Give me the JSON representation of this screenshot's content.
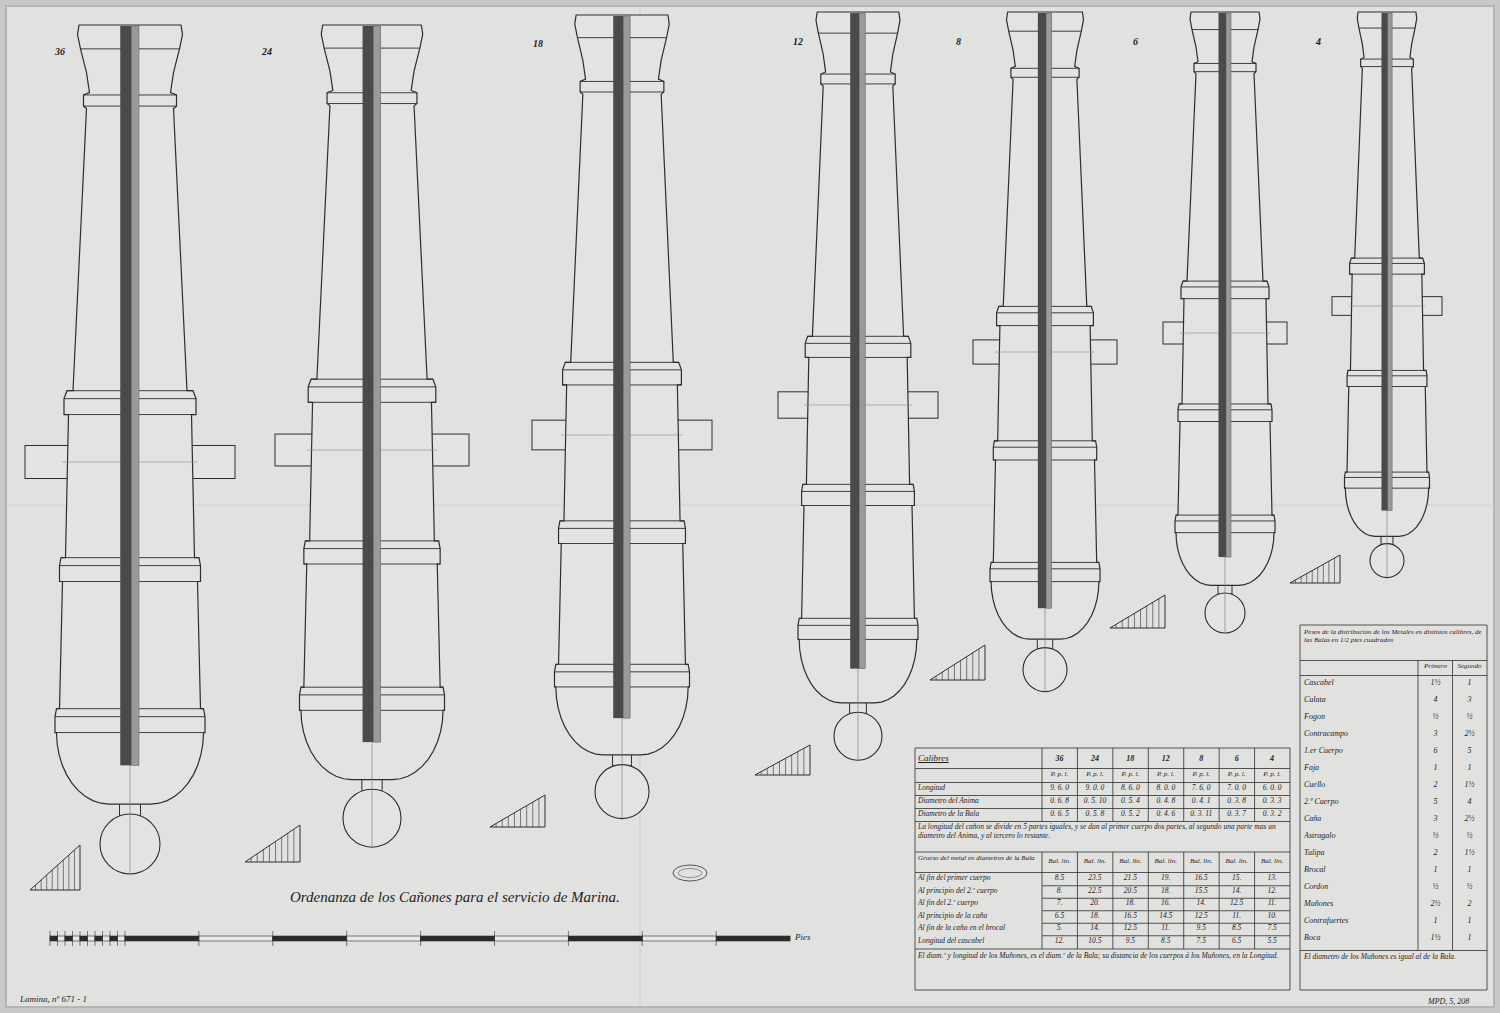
{
  "diagram": {
    "title": "Ordenanza de los Cañones para el servicio de Marina.",
    "labels": [
      "36",
      "24",
      "18",
      "12",
      "8",
      "6",
      "4",
      "Pies",
      "Lamina, nº 671 - 1",
      "MPD, 5, 208",
      "Calibres",
      "36",
      "24",
      "18",
      "12",
      "8",
      "6",
      "4",
      "P. p. l.",
      "P. p. l.",
      "P. p. l.",
      "P. p. l.",
      "P. p. l.",
      "P. p. l.",
      "P. p. l.",
      "Longitud",
      "9. 6. 0",
      "9. 0. 0",
      "8. 6. 0",
      "8. 0. 0",
      "7. 6. 0",
      "7. 0. 0",
      "6. 0. 0",
      "Diametro del Anima",
      "0. 6. 8",
      "0. 5. 10",
      "0. 5. 4",
      "0. 4. 8",
      "0. 4. 1",
      "0. 3. 8",
      "0. 3. 3",
      "Diametro de la Bala",
      "0. 6. 5",
      "0. 5. 8",
      "0. 5. 2",
      "0. 4. 6",
      "0. 3. 11",
      "0. 3. 7",
      "0. 3. 2",
      "La longitud del cañon se divide en 5 partes iguales, y se dan al primer cuerpo dos partes, al segundo una parte mas un diametro del Anima, y al tercero lo restante.",
      "Grueso del metal en diametros de la Bala",
      "Bal. lin.",
      "Bal. lin.",
      "Bal. lin.",
      "Bal. lin.",
      "Bal. lin.",
      "Bal. lin.",
      "Bal. lin.",
      "Al fin del primer cuerpo",
      "8.5",
      "23.5",
      "21.5",
      "19.",
      "16.5",
      "15.",
      "13.",
      "Al principio del 2.º cuerpo",
      "8.",
      "22.5",
      "20.5",
      "18.",
      "15.5",
      "14.",
      "12.",
      "Al fin del 2.º cuerpo",
      "7.",
      "20.",
      "18.",
      "16.",
      "14.",
      "12.5",
      "11.",
      "Al principio de la caña",
      "6.5",
      "18.",
      "16.5",
      "14.5",
      "12.5",
      "11.",
      "10.",
      "Al fin de la caña en el brocal",
      "5.",
      "14.",
      "12.5",
      "11.",
      "9.5",
      "8.5",
      "7.5",
      "Longitud del cascabel",
      "12.",
      "10.5",
      "9.5",
      "8.5",
      "7.5",
      "6.5",
      "5.5",
      "El diam.º y longitud de los Muñones, es el diam.º de la Bala; su distancia de los cuerpos á los Muñones, en la Longitud.",
      "Pesos de la distribucion de los Metales en distintos calibres, de las Balas en 1/2 pies cuadrados",
      "Primero",
      "Segundo",
      "Cascabel",
      "1½",
      "1",
      "Culata",
      "4",
      "3",
      "Fogon",
      "½",
      "½",
      "Contracampo",
      "3",
      "2½",
      "1.er Cuerpo",
      "6",
      "5",
      "Faja",
      "1",
      "1",
      "Cuello",
      "2",
      "1½",
      "2.º Cuerpo",
      "5",
      "4",
      "Caña",
      "3",
      "2½",
      "Astragalo",
      "½",
      "½",
      "Tulipa",
      "2",
      "1½",
      "Brocal",
      "1",
      "1",
      "Cordon",
      "½",
      "½",
      "Muñones",
      "2½",
      "2",
      "Contrafuertes",
      "1",
      "1",
      "Boca",
      "1½",
      "1",
      "El diametro de los Muñones es igual al de la Bala."
    ]
  }
}
